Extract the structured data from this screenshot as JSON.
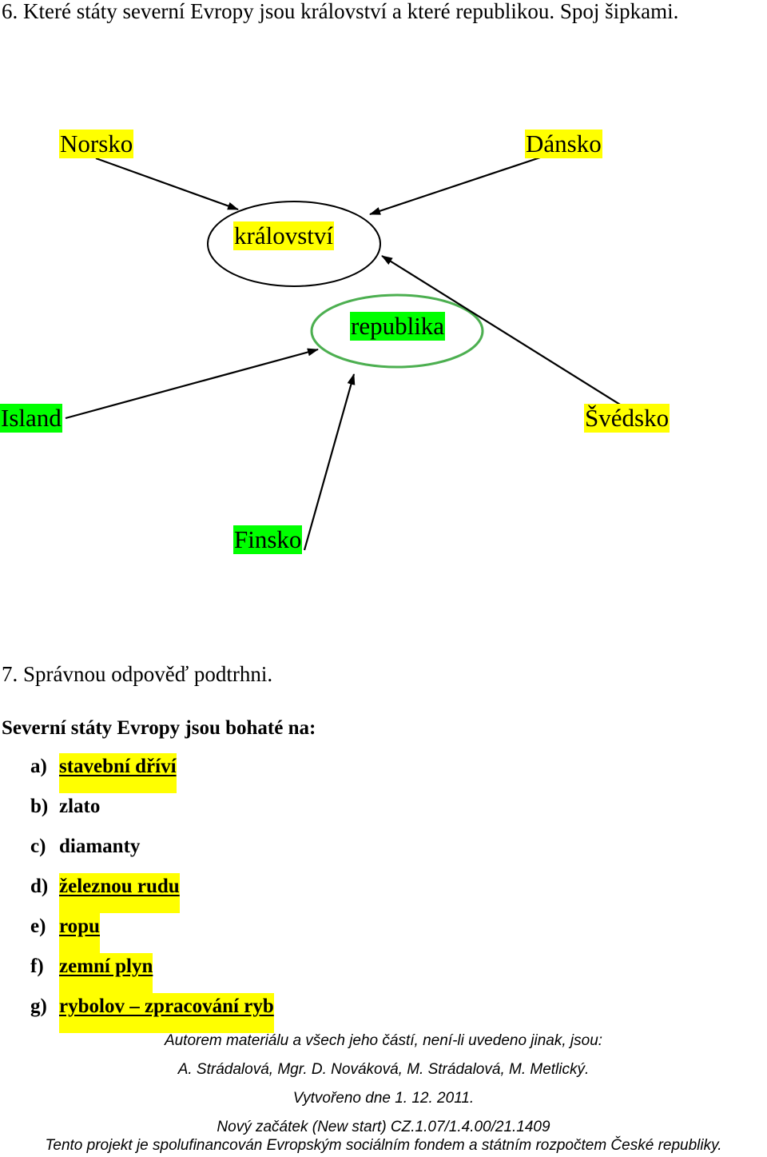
{
  "exercise6": {
    "question": "6. Které státy severní Evropy jsou království a které republikou. Spoj šipkami.",
    "categories": {
      "kingdom": "království",
      "republic": "republika"
    },
    "countries": {
      "norsko": "Norsko",
      "dansko": "Dánsko",
      "island": "Island",
      "svedsko": "Švédsko",
      "finsko": "Finsko"
    },
    "colors": {
      "kingdom_highlight": "#ffff00",
      "republic_highlight": "#00ff00",
      "republic_ellipse": "#4caf50"
    }
  },
  "exercise7": {
    "question": "7. Správnou odpověď podtrhni.",
    "statement": "Severní státy Evropy jsou bohaté na:",
    "options": [
      {
        "letter": "a)",
        "text": "stavební dříví",
        "marked": true
      },
      {
        "letter": "b)",
        "text": "zlato",
        "marked": false
      },
      {
        "letter": "c)",
        "text": "diamanty",
        "marked": false
      },
      {
        "letter": "d)",
        "text": "železnou rudu",
        "marked": true
      },
      {
        "letter": "e)",
        "text": "ropu",
        "marked": true
      },
      {
        "letter": "f)",
        "text": "zemní plyn",
        "marked": true
      },
      {
        "letter": "g)",
        "text": "rybolov – zpracování ryb",
        "marked": true
      }
    ]
  },
  "footer": {
    "line1": "Autorem materiálu a všech jeho částí, není-li uvedeno jinak, jsou:",
    "line2": "A. Strádalová, Mgr. D. Nováková, M. Strádalová, M. Metlický.",
    "line3": "Vytvořeno dne 1. 12. 2011.",
    "line4": "Nový začátek (New start) CZ.1.07/1.4.00/21.1409",
    "line5": "Tento projekt je spolufinancován Evropským sociálním fondem a státním rozpočtem České republiky."
  }
}
